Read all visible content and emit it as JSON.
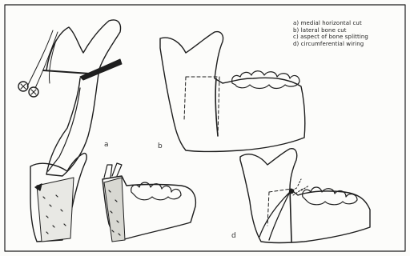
{
  "legend": {
    "items": [
      "a) medial horizontal cut",
      "b) lateral bone cut",
      "c) aspect of bone splitting",
      "d) circumferential wiring"
    ]
  },
  "panel_labels": {
    "a": "a",
    "b": "b",
    "d": "d"
  },
  "colors": {
    "ink": "#1e1e1e",
    "paper": "#fcfcfa"
  }
}
